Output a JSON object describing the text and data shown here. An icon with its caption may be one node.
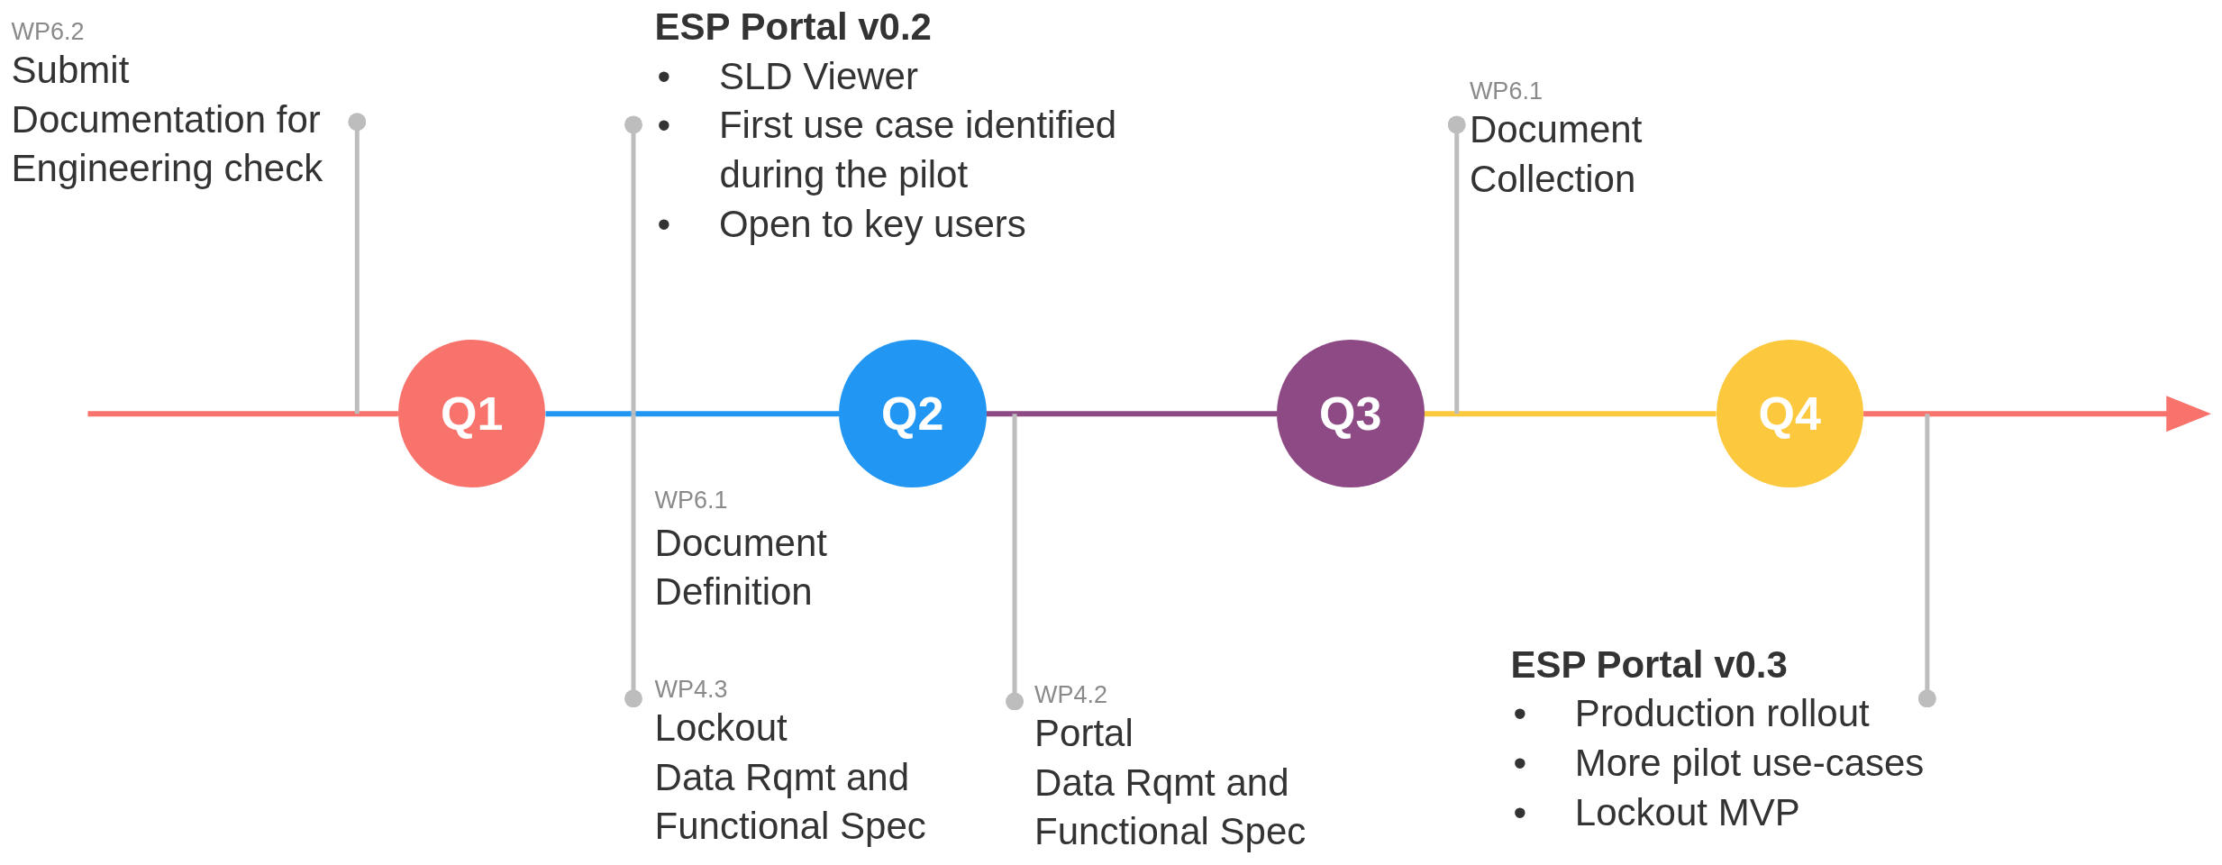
{
  "diagram": {
    "nodes": [
      {
        "text": [
          "Q1"
        ]
      },
      {
        "text": [
          "Q2"
        ]
      },
      {
        "text": [
          "Q3"
        ]
      },
      {
        "text": [
          "Q4"
        ]
      },
      {
        "text": [
          "WP6.2",
          "Submit Documentation for Engineering check"
        ]
      },
      {
        "text": [
          "ESP Portal v0.2",
          "• SLD Viewer",
          "• First use case identified during the pilot",
          "• Open to key users"
        ]
      },
      {
        "text": [
          "WP6.1",
          "Document Collection"
        ]
      },
      {
        "text": [
          "WP4.3",
          "Lockout",
          "Data Rqmt and Functional Spec"
        ]
      },
      {
        "text": [
          "WP4.2",
          "Portal",
          "Data Rqmt and Functional Spec"
        ]
      },
      {
        "text": [
          "ESP Portal v0.3",
          "• Production rollout",
          "• More pilot use-cases",
          "• Lockout MVP"
        ]
      }
    ],
    "edges": [
      {
        "from": null,
        "to": 0,
        "arrow": "none",
        "color": "#f8736c"
      },
      {
        "from": 0,
        "to": 1,
        "arrow": "none",
        "color": "#2196f3"
      },
      {
        "from": 1,
        "to": 2,
        "arrow": "none",
        "color": "#8e4a85"
      },
      {
        "from": 2,
        "to": 3,
        "arrow": "none",
        "color": "#fcc93e"
      },
      {
        "from": 3,
        "to": null,
        "arrow": "to",
        "color": "#f8736c"
      },
      {
        "from": 4,
        "to": null,
        "arrow": "other"
      },
      {
        "from": 5,
        "to": null,
        "arrow": "other"
      },
      {
        "from": 6,
        "to": null,
        "arrow": "other"
      },
      {
        "from": 7,
        "to": null,
        "arrow": "other"
      },
      {
        "from": 8,
        "to": null,
        "arrow": "other"
      },
      {
        "from": 9,
        "to": null,
        "arrow": "other"
      }
    ],
    "labels": [
      "WP6.1",
      "Document Definition"
    ]
  }
}
